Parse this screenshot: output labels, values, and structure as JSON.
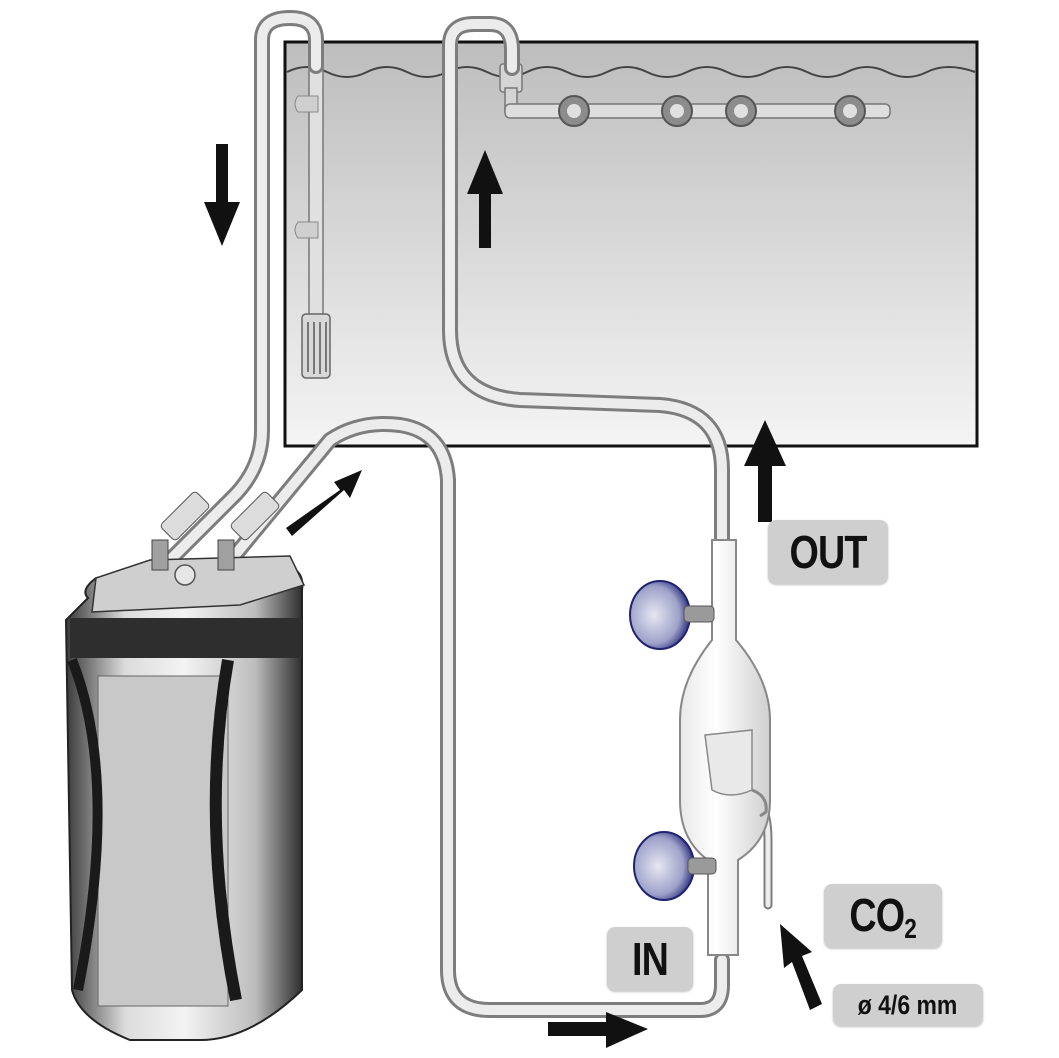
{
  "labels": {
    "out": "OUT",
    "in": "IN",
    "co2_main": "CO",
    "co2_sub": "2",
    "tube_size": "ø 4/6 mm"
  },
  "colors": {
    "tank_fill_top": "#bdbdbd",
    "tank_fill_bottom": "#f4f4f4",
    "tank_border": "#111111",
    "hose": "#8a8a8a",
    "label_bg": "#cfcfcf",
    "arrow": "#111111",
    "suction_cup": "#3b3f8f"
  },
  "icons": [
    "flow-arrow-down",
    "flow-arrow-up",
    "flow-arrow-right",
    "suction-cup"
  ]
}
